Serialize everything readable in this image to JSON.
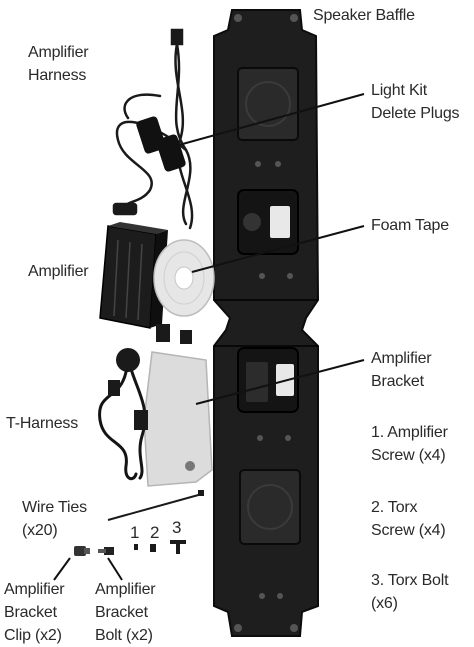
{
  "labels": {
    "speaker_baffle": "Speaker Baffle",
    "amplifier_harness": "Amplifier\nHarness",
    "light_kit_delete_plugs": "Light Kit\nDelete Plugs",
    "foam_tape": "Foam Tape",
    "amplifier": "Amplifier",
    "amplifier_bracket": "Amplifier\nBracket",
    "t_harness": "T-Harness",
    "amplifier_screw": "1. Amplifier\nScrew (x4)",
    "torx_screw": "2. Torx\nScrew (x4)",
    "torx_bolt": "3. Torx Bolt\n(x6)",
    "wire_ties": "Wire Ties\n(x20)",
    "amplifier_bracket_clip": "Amplifier\nBracket\nClip (x2)",
    "amplifier_bracket_bolt": "Amplifier\nBracket\nBolt (x2)"
  },
  "hardware_numbers": {
    "n1": "1",
    "n2": "2",
    "n3": "3"
  },
  "colors": {
    "panel": "#1e1e1e",
    "panel_edge": "#0c0c0c",
    "bracket": "#d9d9d9",
    "label": "#2a2a2a"
  }
}
